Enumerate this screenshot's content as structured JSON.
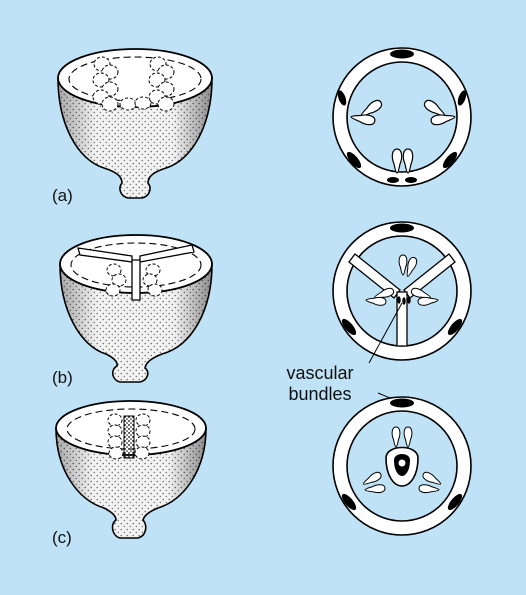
{
  "figure": {
    "background_color": "#bfe2f6",
    "labels": {
      "a": "(a)",
      "b": "(b)",
      "c": "(c)"
    },
    "annotation": {
      "line1": "vascular",
      "line2": "bundles"
    }
  }
}
